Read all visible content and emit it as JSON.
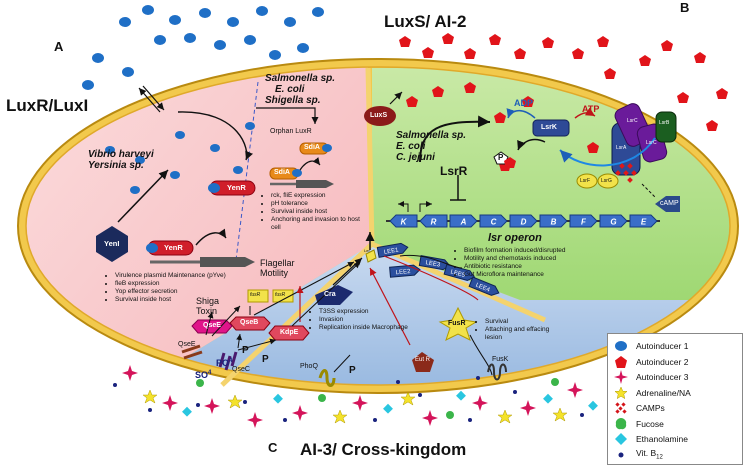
{
  "titles": {
    "luxr": "LuxR/LuxI",
    "luxs": "LuxS/ AI-2",
    "ai3": "AI-3/ Cross-kingdom",
    "panel_a": "A",
    "panel_b": "B",
    "panel_c": "C"
  },
  "panel_a": {
    "organisms_left": [
      "Vibrio harveyi",
      "Yersinia sp."
    ],
    "organisms_right": [
      "Salmonella sp.",
      "E. coli",
      "Shigella sp."
    ],
    "orphan_label": "Orphan LuxR",
    "sdia": "SdiA",
    "yeni": "YenI",
    "yenr": "YenR",
    "left_bullets": [
      "Virulence plasmid Maintenance (pYve)",
      "fleB expression",
      "Yop effector secretion",
      "Survival inside host"
    ],
    "right_bullets": [
      "rck, fliE expression",
      "pH tolerance",
      "Survival inside host",
      "Anchoring and invasion to host cell"
    ]
  },
  "panel_b": {
    "organisms": [
      "Salmonella sp.",
      "E. coli",
      "C. jejuni"
    ],
    "luxs": "LuxS",
    "lsrr": "LsrR",
    "lsrk": "LsrK",
    "adp": "ADP",
    "atp": "ATP",
    "phos": "P",
    "lsr_a": "LsrA",
    "lsr_c1": "LsrC",
    "lsr_c2": "LsrC",
    "lsr_b": "LsrB",
    "lsr_f": "LsrF",
    "lsr_g": "LsrG",
    "camp": "cAMP",
    "operon_genes": [
      "K",
      "R",
      "A",
      "C",
      "D",
      "B",
      "F",
      "G",
      "E"
    ],
    "operon_label": "lsr operon",
    "bullets": [
      "Biofilm formation induced/disrupted",
      "Motility and chemotaxis induced",
      "Antibiotic resistance",
      "Gut Microflora maintenance"
    ]
  },
  "panel_c": {
    "flagellar": "Flagellar Motility",
    "shiga": "Shiga Toxin",
    "qsee": "QseE",
    "qseb": "QseB",
    "qsec": "QseC",
    "kdpe": "KdpE",
    "cra": "Cra",
    "fusr": "FusR",
    "fusk": "FusK",
    "eutr": "Eut R",
    "phoq": "PhoQ",
    "ler": "Ler",
    "leds": [
      "LEE1",
      "LEE2",
      "LEE3",
      "LEE5",
      "LEE4"
    ],
    "fusR_small": "fusR",
    "fusR_small2": "fusR",
    "so4": "SO",
    "so4_sub": "4",
    "po4": "PO",
    "po4_sub": "4",
    "p_labels": [
      "P",
      "P",
      "P"
    ],
    "bullets_mid": [
      "T3SS expression",
      "Invasion",
      "Replication inside Macrophage"
    ],
    "bullets_right": [
      "Survival",
      "Attaching and effacing lesion"
    ]
  },
  "legend": [
    {
      "label": "Autoinducer 1",
      "icon": "blue-oval",
      "color": "#1f6fc6"
    },
    {
      "label": "Autoinducer 2",
      "icon": "red-pentagon",
      "color": "#e1141a"
    },
    {
      "label": "Autoinducer 3",
      "icon": "pink-star4",
      "color": "#d4145a"
    },
    {
      "label": "Adrenaline/NA",
      "icon": "yellow-star5",
      "color": "#f4e22a"
    },
    {
      "label": "CAMPs",
      "icon": "red-burst",
      "color": "#d4141a"
    },
    {
      "label": "Fucose",
      "icon": "green-blob",
      "color": "#3bb54a"
    },
    {
      "label": "Ethanolamine",
      "icon": "cyan-diamond",
      "color": "#29c6e0"
    },
    {
      "label": "Vit. B",
      "sub": "12",
      "icon": "navy-dot",
      "color": "#1a237e"
    }
  ]
}
